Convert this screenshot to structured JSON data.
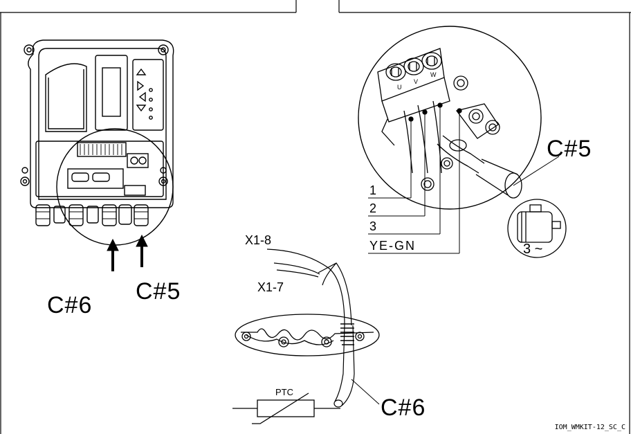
{
  "labels": {
    "c5_left": "C#5",
    "c6_left": "C#6",
    "c5_right": "C#5",
    "c6_bottom": "C#6",
    "x1_8": "X1-8",
    "x1_7": "X1-7",
    "ptc": "PTC",
    "terminal_u": "U",
    "terminal_v": "V",
    "terminal_w": "W",
    "lead_1": "1",
    "lead_2": "2",
    "lead_3": "3",
    "lead_yegn": "YE-GN",
    "motor_phase": "3 ~",
    "figure_code": "IOM_WMKIT-12_SC_C"
  }
}
